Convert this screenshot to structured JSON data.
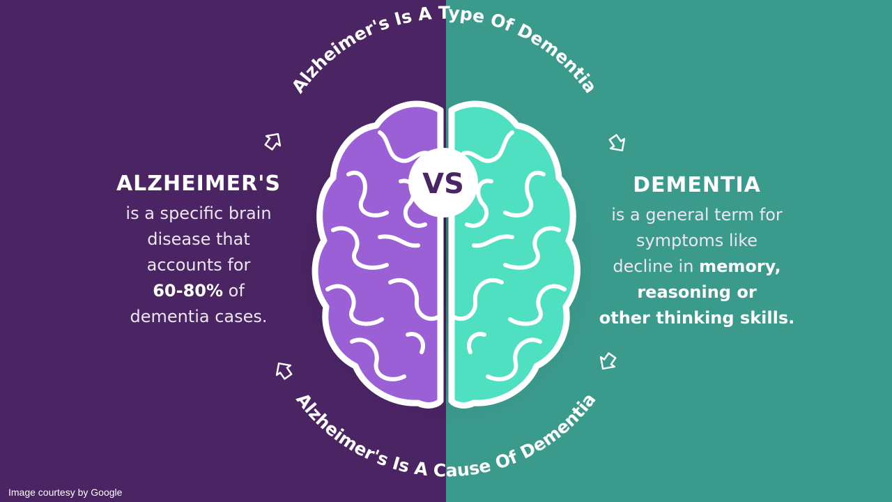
{
  "top_arc_text": "Alzheimer's Is A Type Of Dementia",
  "bottom_arc_text": "Alzheimer's Is A Cause Of Dementia",
  "vs_label": "VS",
  "left": {
    "heading": "ALZHEIMER'S",
    "lines": [
      "is a specific brain",
      "disease that",
      "accounts for"
    ],
    "stat_bold": "60-80%",
    "stat_suffix": " of",
    "last_line": "dementia cases."
  },
  "right": {
    "heading": "DEMENTIA",
    "lines": [
      "is a general term for",
      "symptoms like"
    ],
    "line3_prefix": "decline in ",
    "line3_bold": "memory,",
    "line4_bold": "reasoning or",
    "line5_bold": "other thinking skills."
  },
  "credit": "Image courtesy by Google",
  "colors": {
    "left_bg": "#4a2463",
    "right_bg": "#3a9a8c",
    "brain_left": "#9b5fd6",
    "brain_right": "#4fe0c2"
  },
  "icons": [
    "brain-illustration",
    "arrow-icon"
  ]
}
